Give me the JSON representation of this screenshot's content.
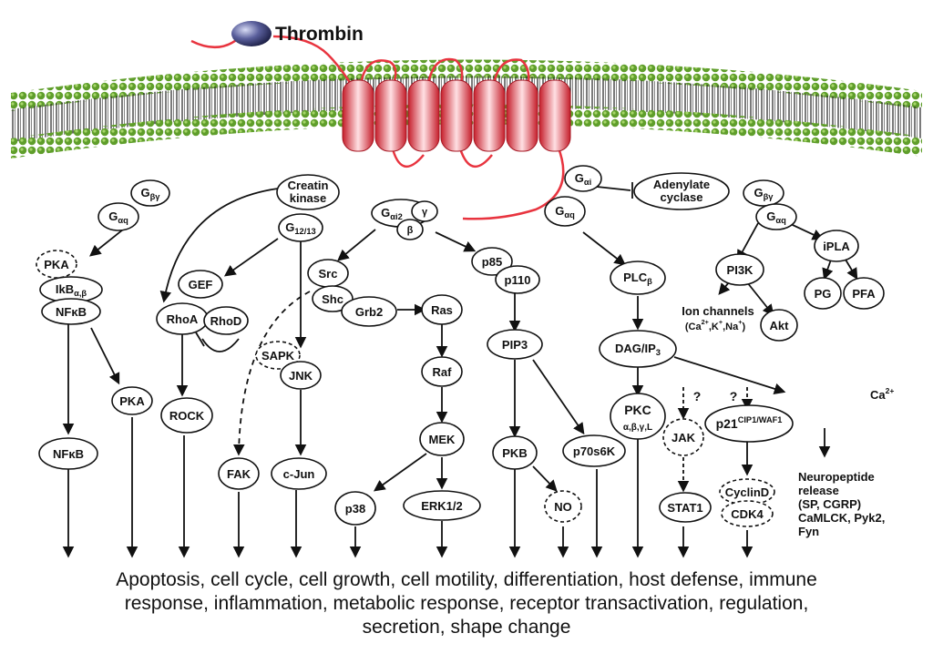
{
  "ligand": "Thrombin",
  "nodes": {
    "gaq_left": {
      "a": "G",
      "sub": "αq"
    },
    "gby_left": {
      "a": "G",
      "sub": "βγ"
    },
    "pka_top": "PKA",
    "ikb": {
      "a": "IkB",
      "sub": "α,β"
    },
    "nfkb_top": "NFκB",
    "pka_mid": "PKA",
    "nfkb_bottom": "NFκB",
    "creatin_kinase": [
      "Creatin",
      "kinase"
    ],
    "g1213": {
      "a": "G",
      "sub": "12/13"
    },
    "gef": "GEF",
    "rhoa": "RhoA",
    "rhod": "RhoD",
    "rock": "ROCK",
    "fak": "FAK",
    "sapk": "SAPK",
    "jnk": "JNK",
    "cjun": "c-Jun",
    "gai2": {
      "a": "G",
      "sub": "αi2",
      "g": "γ",
      "b": "β"
    },
    "src": "Src",
    "shc": "Shc",
    "grb2": "Grb2",
    "ras": "Ras",
    "raf": "Raf",
    "mek": "MEK",
    "p38": "p38",
    "erk": "ERK1/2",
    "p85": "p85",
    "p110": "p110",
    "pip3": "PIP3",
    "pkb": "PKB",
    "no": "NO",
    "p70s6k": "p70s6K",
    "gai": {
      "a": "G",
      "sub": "αi"
    },
    "adenylate_cyclase": [
      "Adenylate",
      "cyclase"
    ],
    "gaq_mid": {
      "a": "G",
      "sub": "αq"
    },
    "plcb": {
      "a": "PLC",
      "sub": "β"
    },
    "dagip3": {
      "a": "DAG/IP",
      "sub": "3"
    },
    "pkc": {
      "a": "PKC",
      "sub": "α,β,γ,L"
    },
    "jak": "JAK",
    "stat1": "STAT1",
    "p21": {
      "a": "p21",
      "sup": "CIP1/WAF1"
    },
    "cyclind": "CyclinD",
    "cdk4": "CDK4",
    "gby_right": {
      "a": "G",
      "sub": "βγ"
    },
    "gaq_right": {
      "a": "G",
      "sub": "αq"
    },
    "pi3k": "PI3K",
    "akt": "Akt",
    "ipla": "iPLA",
    "pg": "PG",
    "pfa": "PFA",
    "ion_channels": {
      "title": "Ion channels",
      "a": "(Ca",
      "a_sup": "2+",
      "b": ",K",
      "b_sup": "+",
      "c": ",Na",
      "c_sup": "+",
      "d": ")"
    },
    "ca": {
      "a": "Ca",
      "sup": "2+"
    },
    "neuropeptide": [
      "Neuropeptide",
      "release",
      "(SP, CGRP)",
      "CaMLCK, Pyk2,",
      "Fyn"
    ],
    "question_mark": "?"
  },
  "outcomes": [
    "Apoptosis, cell cycle, cell growth, cell motility, differentiation, host defense, immune",
    "response, inflammation, metabolic response, receptor transactivation, regulation,",
    "secretion, shape change"
  ],
  "colors": {
    "membrane_head": "#5f9e2b",
    "membrane_tail": "#222222",
    "receptor": "#e8343f",
    "ligand": "#4a4f8a"
  }
}
